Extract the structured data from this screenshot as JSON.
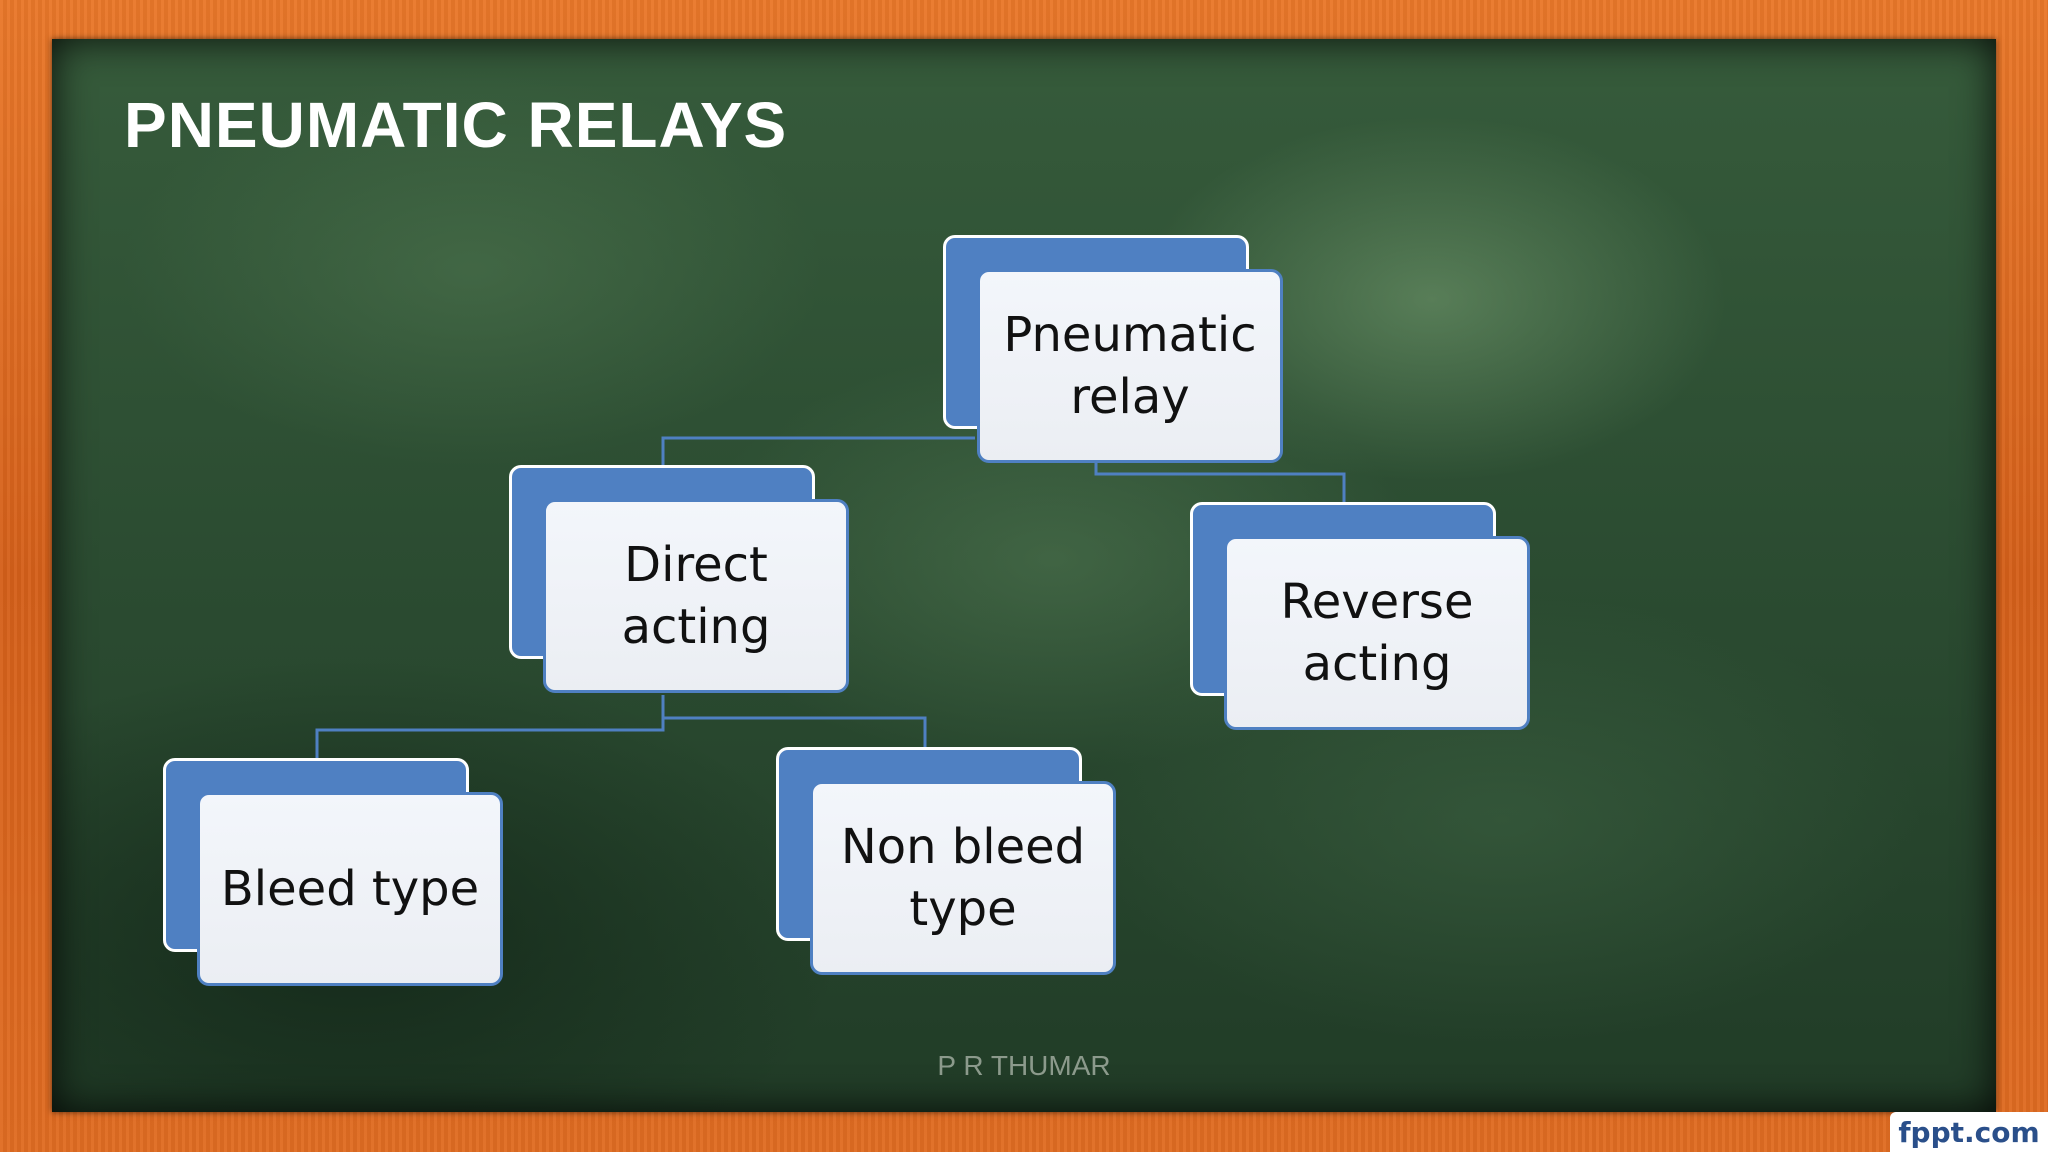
{
  "slide": {
    "title": "PNEUMATIC RELAYS",
    "footer": "P R THUMAR",
    "brand": "fppt.com"
  },
  "diagram": {
    "nodes": {
      "root": "Pneumatic relay",
      "direct": "Direct acting",
      "reverse": "Reverse acting",
      "bleed": "Bleed type",
      "nonbleed": "Non bleed type"
    },
    "edges": [
      [
        "root",
        "direct"
      ],
      [
        "root",
        "reverse"
      ],
      [
        "direct",
        "bleed"
      ],
      [
        "direct",
        "nonbleed"
      ]
    ]
  },
  "colors": {
    "box_blue": "#4f80c2",
    "box_fill": "#eef1f6",
    "board_green": "#2c4d32",
    "frame_orange": "#d8661e"
  }
}
